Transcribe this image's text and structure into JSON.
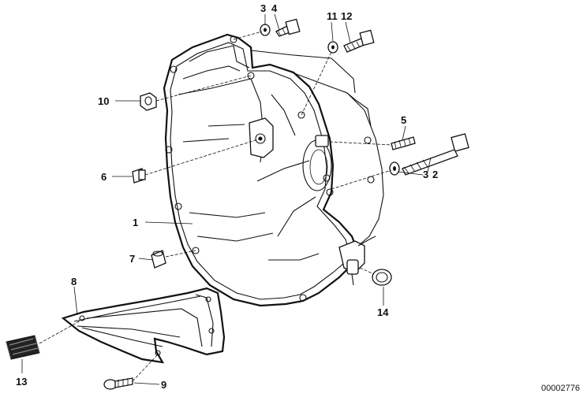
{
  "document_number": "00002776",
  "callouts": {
    "c1": "1",
    "c2": "2",
    "c3_top": "3",
    "c3_right": "3",
    "c4": "4",
    "c5": "5",
    "c6": "6",
    "c7": "7",
    "c8": "8",
    "c9": "9",
    "c10": "10",
    "c11": "11",
    "c12": "12",
    "c13": "13",
    "c14": "14"
  }
}
